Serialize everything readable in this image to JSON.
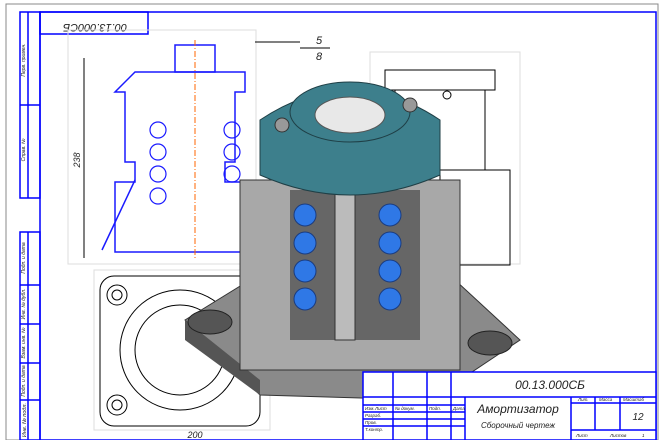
{
  "drawing_number": "00.13.000СБ",
  "top_stamp": "00.13.000СБ",
  "title": "Амортизатор",
  "subtitle": "Сборочный чертеж",
  "dimensions": {
    "height": "238",
    "width": "200"
  },
  "callouts": [
    "5",
    "8"
  ],
  "side_labels": [
    "Перв. примен.",
    "Справ. №",
    "Подп. и дата",
    "Инв. № дубл.",
    "Взам. инв. №",
    "Подп. и дата",
    "Инв. № подл."
  ],
  "title_block": {
    "lit": "Лит.",
    "mass": "Масса",
    "scale_label": "Масштаб",
    "scale": "12",
    "sheet": "Лист",
    "sheets": "Листов",
    "sheets_count": "1",
    "cols": [
      "Изм.",
      "Лист",
      "№ докум.",
      "Подп.",
      "Дата"
    ],
    "rows": [
      "Разраб.",
      "Пров.",
      "Т.контр."
    ]
  },
  "colors": {
    "frame": "#0000ff",
    "part_face": "#3d7f8c",
    "spring": "#2f78e6",
    "body": "#a8a8a8"
  }
}
